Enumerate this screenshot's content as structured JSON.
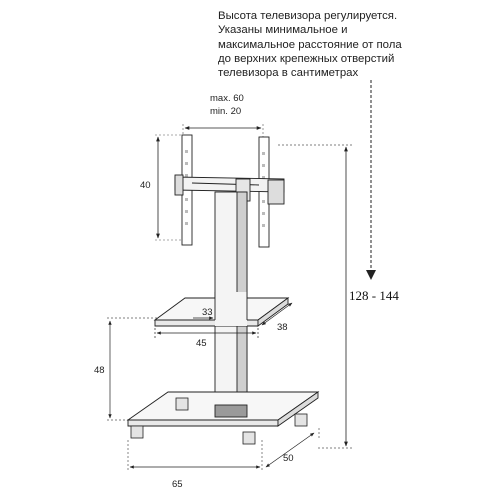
{
  "note": {
    "lines": [
      "Высота телевизора регулируется.",
      "Указаны минимальное и",
      "максимальное  расстояние от пола",
      "до верхних крепежных отверстий",
      "телевизора в сантиметрах"
    ]
  },
  "dims": {
    "max_width": "max. 60",
    "min_width": "min. 20",
    "bracket_height": "40",
    "height_range": "128 - 144",
    "shelf_depth_small": "33",
    "shelf_depth": "38",
    "shelf_width": "45",
    "shelf_height": "48",
    "base_width": "65",
    "base_depth": "50"
  }
}
